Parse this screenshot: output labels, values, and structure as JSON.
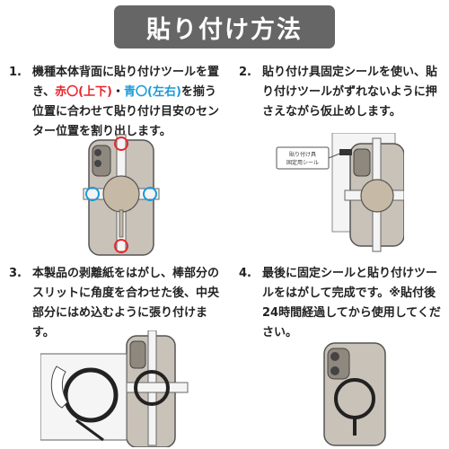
{
  "title": "貼り付け方法",
  "colors": {
    "title_bg": "#666666",
    "red": "#e8262b",
    "blue": "#1a9ad7",
    "case": "#c9c2b8",
    "disc": "#c6b9a6"
  },
  "steps": [
    {
      "num": "1.",
      "parts": [
        {
          "text": "機種本体背面に貼り付けツールを置き、",
          "color": "default"
        },
        {
          "text": "赤〇(上下)",
          "color": "red"
        },
        {
          "text": "・",
          "color": "default"
        },
        {
          "text": "青〇(左右)",
          "color": "blue"
        },
        {
          "text": "を揃う位置に合わせて貼り付け目安のセンター位置を割り出します。",
          "color": "default"
        }
      ]
    },
    {
      "num": "2.",
      "parts": [
        {
          "text": "貼り付け具固定シールを使い、貼り付けツールがずれないように押さえながら仮止めします。",
          "color": "default"
        }
      ],
      "tag_lines": [
        "貼り付け具",
        "固定用シール"
      ]
    },
    {
      "num": "3.",
      "parts": [
        {
          "text": "本製品の剥離紙をはがし、棒部分のスリットに角度を合わせた後、中央部分にはめ込むように張り付けます。",
          "color": "default"
        }
      ]
    },
    {
      "num": "4.",
      "parts": [
        {
          "text": "最後に固定シールと貼り付けツールをはがして完成です。※貼付後24時間経過してから使用してください。",
          "color": "default"
        }
      ]
    }
  ]
}
